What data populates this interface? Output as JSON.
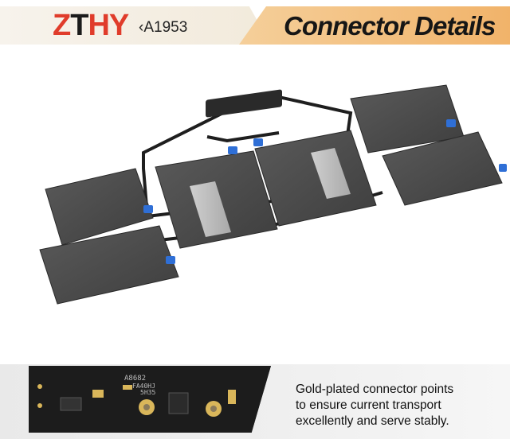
{
  "header": {
    "logo_part1": "Z",
    "logo_part2": "T",
    "logo_part3": "HY",
    "model": "‹A1953",
    "title": "Connector Details"
  },
  "detail": {
    "caption_line1": "Gold-plated connector points",
    "caption_line2": "to ensure current transport",
    "caption_line3": "excellently and serve stably.",
    "pcb_print_1": "A8682",
    "pcb_print_2": "FA40HJ",
    "pcb_print_3": "5H35"
  },
  "colors": {
    "logo_red": "#e03c2b",
    "logo_dark": "#1b1b1b",
    "header_orange": "#f1b36a",
    "cell_dark": "#4a4a4a",
    "cell_blue_tab": "#2f6fd6",
    "gold_pad": "#d9b65a"
  }
}
